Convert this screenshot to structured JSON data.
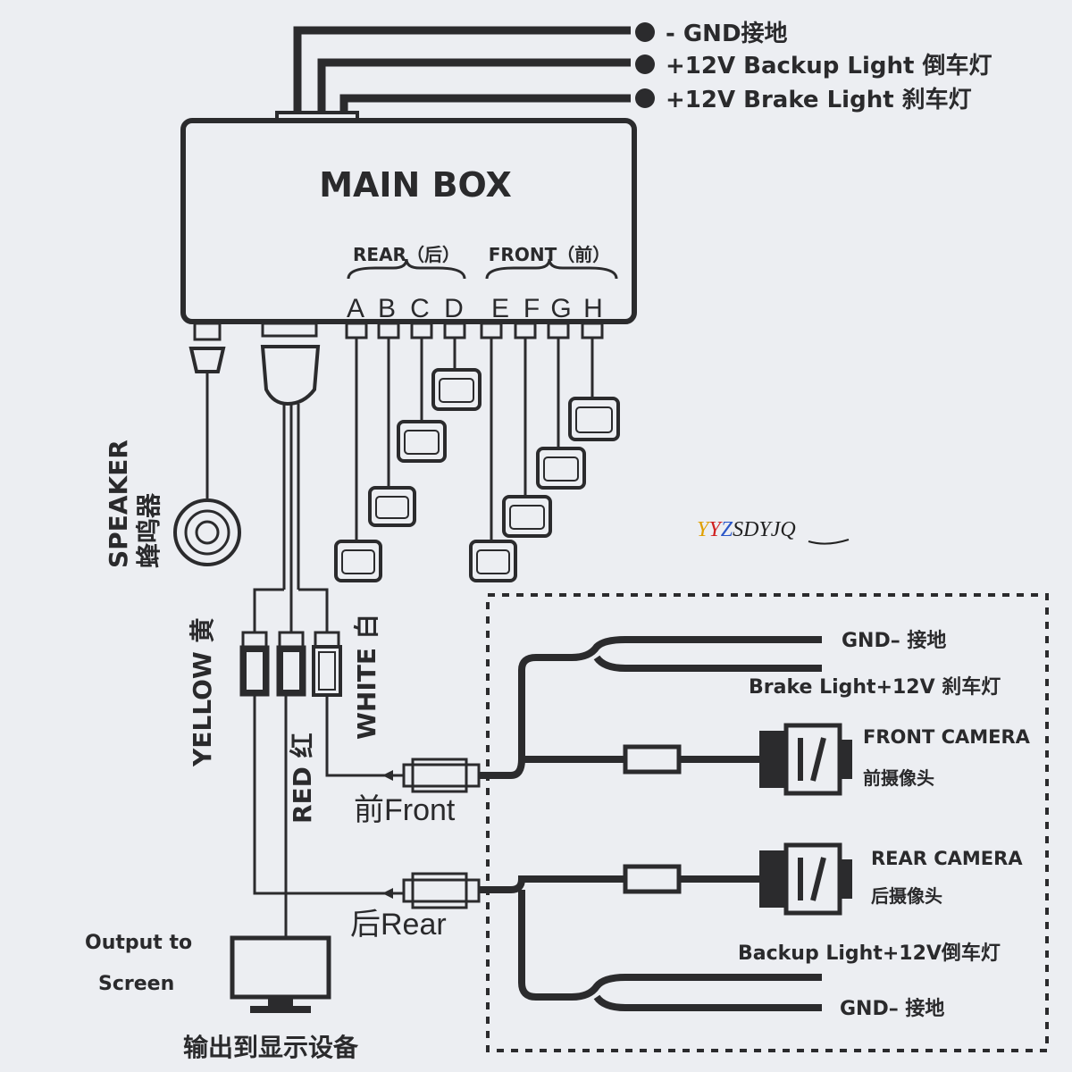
{
  "power_labels": {
    "gnd": "- GND接地",
    "backup": "+12V Backup Light 倒车灯",
    "brake": "+12V Brake Light 刹车灯"
  },
  "main_box": {
    "title": "MAIN BOX",
    "rear_group": "REAR（后）",
    "front_group": "FRONT（前）",
    "ports": [
      "A",
      "B",
      "C",
      "D",
      "E",
      "F",
      "G",
      "H"
    ]
  },
  "speaker": {
    "label_en": "SPEAKER",
    "label_cn": "蜂鸣器"
  },
  "video_leads": {
    "yellow": "YELLOW 黄",
    "red": "RED 红",
    "white": "WHITE 白"
  },
  "output": {
    "line1": "Output to",
    "line2": "Screen",
    "label_cn": "输出到显示设备"
  },
  "front_input": "前Front",
  "rear_input": "后Rear",
  "camera_kit": {
    "front_gnd": "GND– 接地",
    "front_brake": "Brake Light+12V 刹车灯",
    "front_camera": "FRONT CAMERA",
    "front_camera_cn": "前摄像头",
    "rear_camera": "REAR CAMERA",
    "rear_camera_cn": "后摄像头",
    "rear_backup": "Backup Light+12V倒车灯",
    "rear_gnd": "GND– 接地"
  },
  "watermark": {
    "text": "YYZSDYJQ",
    "colors": [
      "#e0a000",
      "#d02020",
      "#2a56c8",
      "#222222"
    ]
  }
}
